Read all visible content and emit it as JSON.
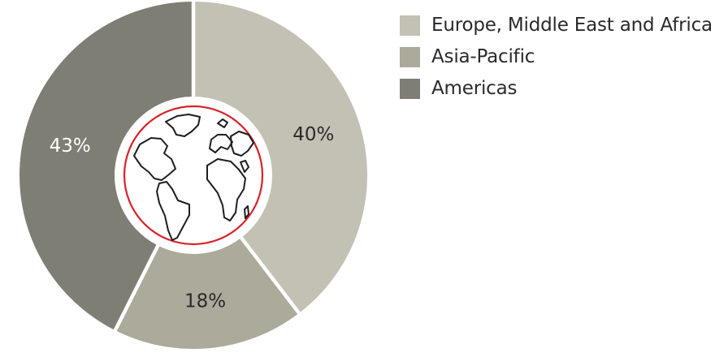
{
  "chart_data": {
    "type": "pie",
    "donut": true,
    "series": [
      {
        "name": "Europe, Middle East and Africa",
        "value": 40,
        "label": "40%",
        "color": "#c2c1b4"
      },
      {
        "name": "Asia-Pacific",
        "value": 18,
        "label": "18%",
        "color": "#abaa9b"
      },
      {
        "name": "Americas",
        "value": 43,
        "label": "43%",
        "color": "#7e7e75"
      }
    ],
    "label_colors": [
      "#2a2a2a",
      "#2a2a2a",
      "#ffffff"
    ],
    "center_icon": "globe-icon",
    "center_ring_color": "#d8232a",
    "legend_position": "top-right"
  }
}
